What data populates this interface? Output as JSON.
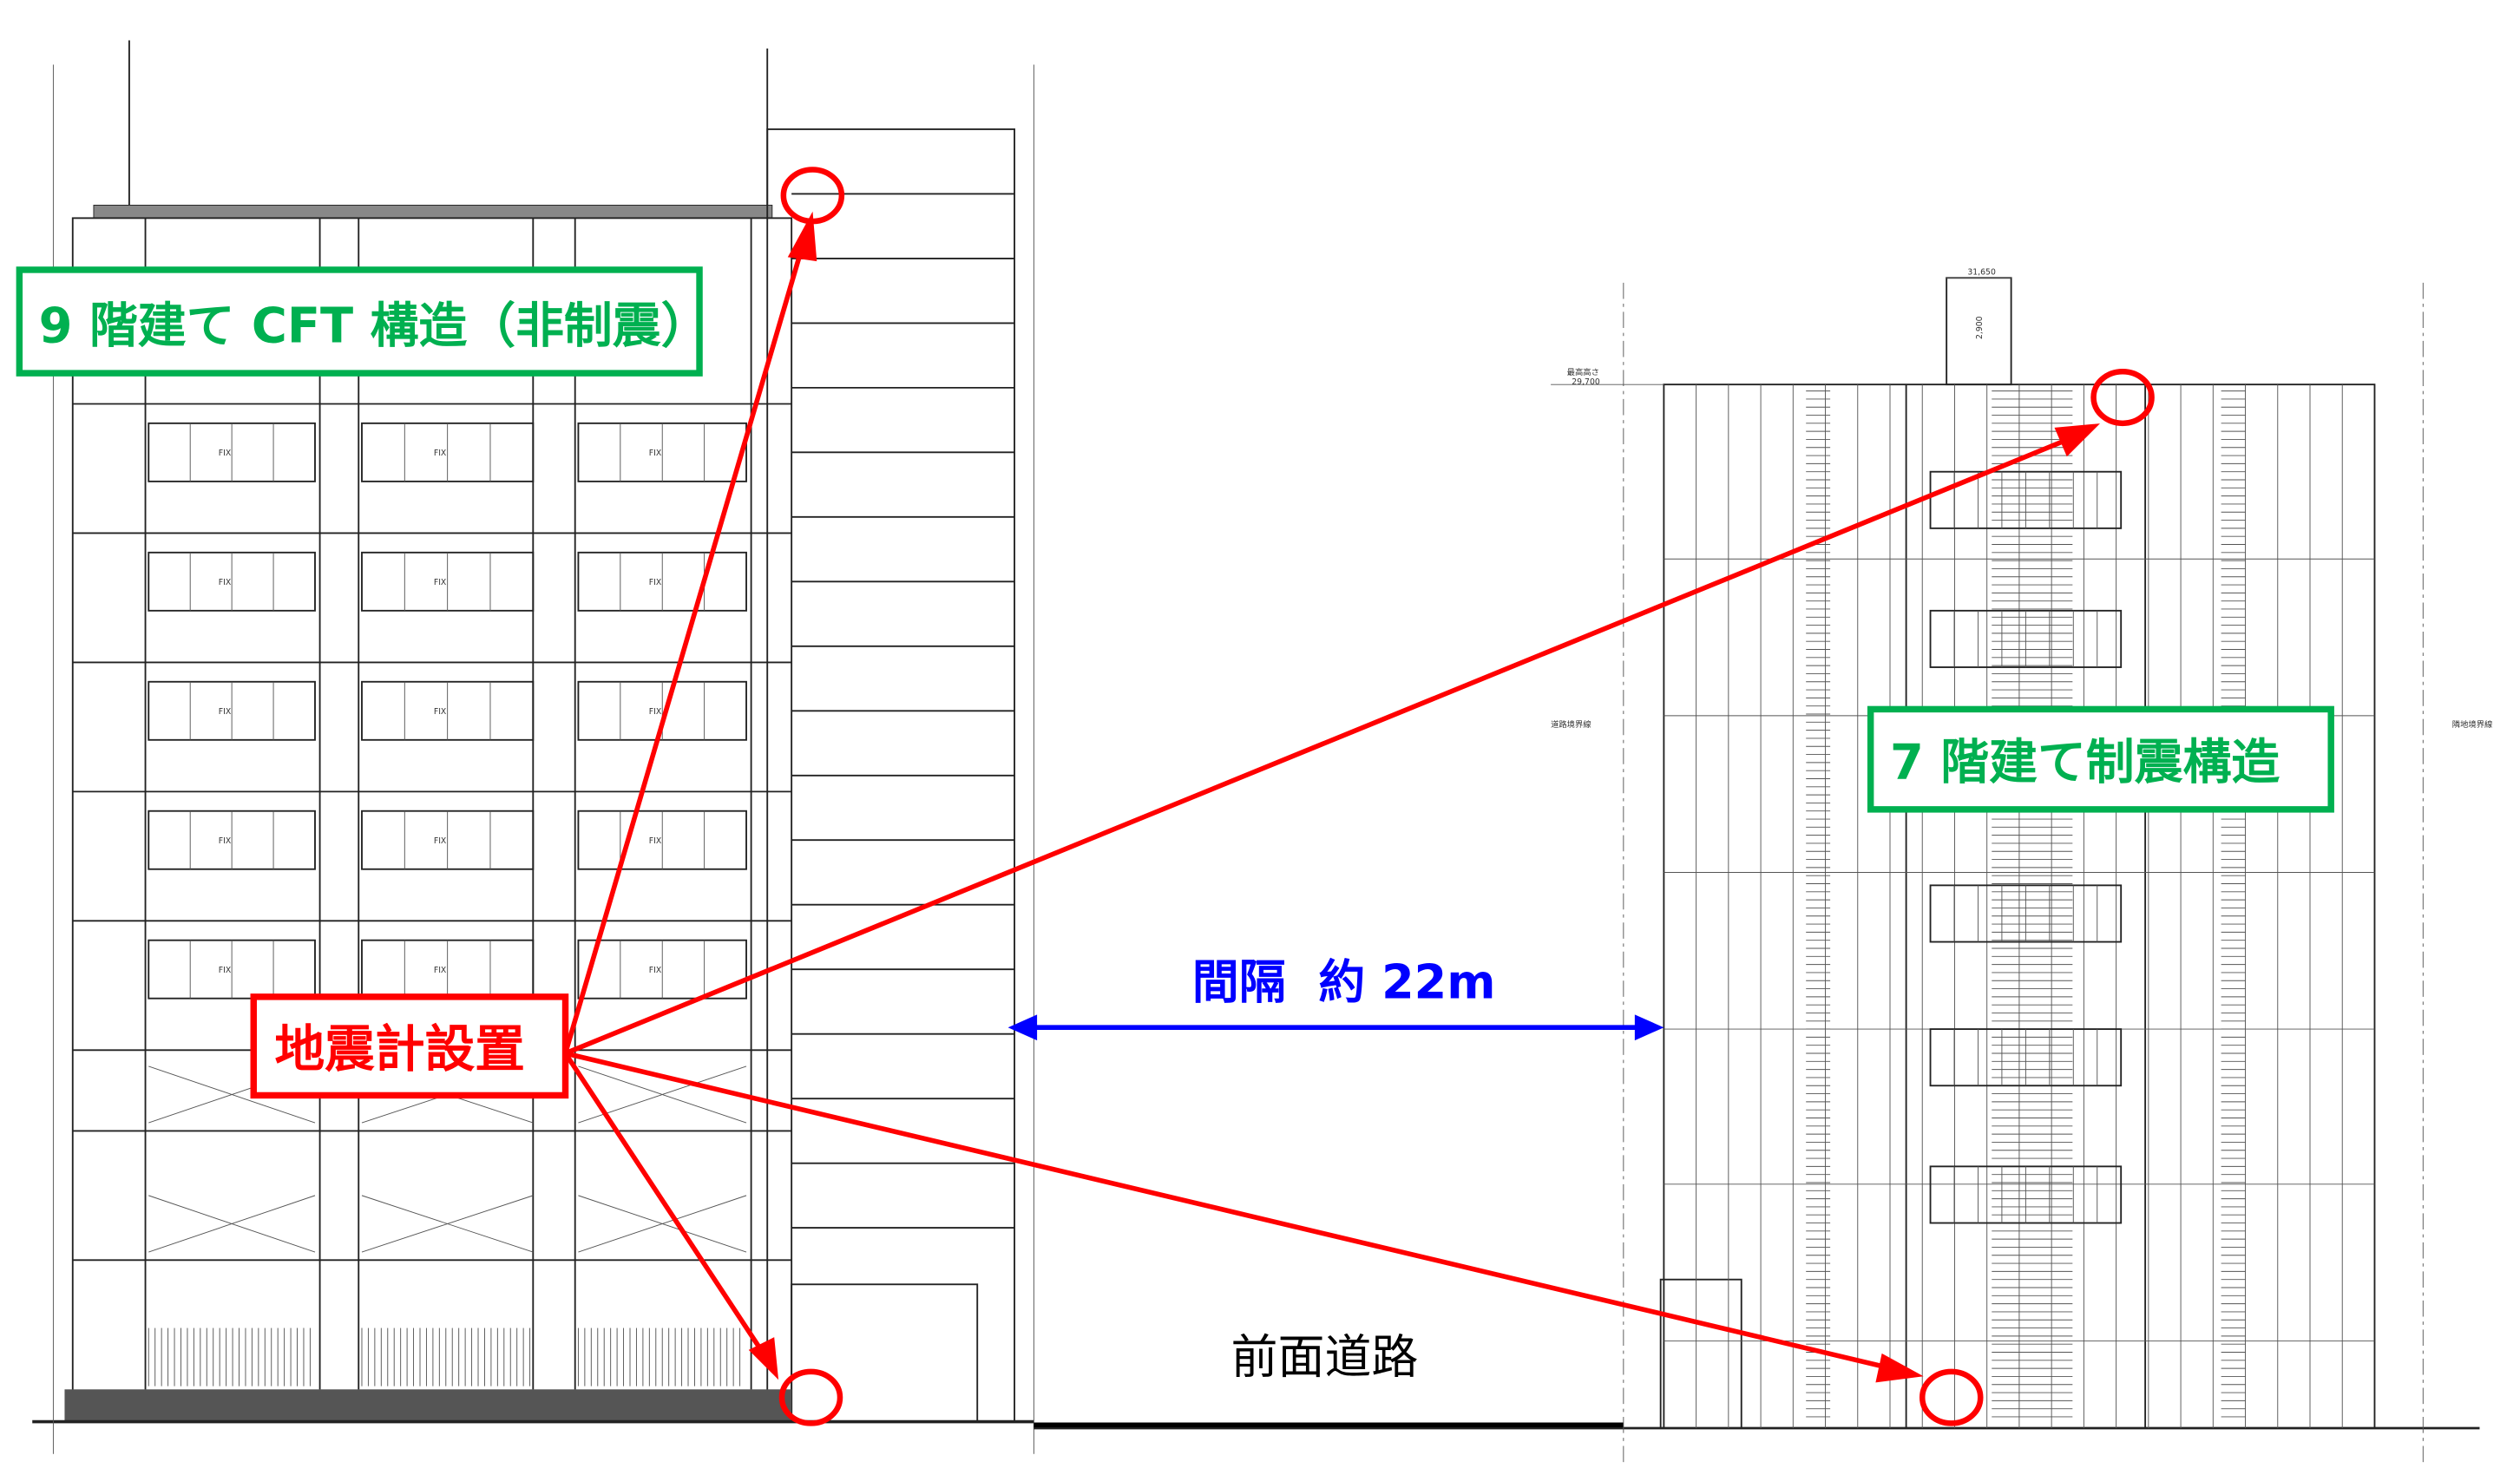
{
  "left_building": {
    "label": "9 階建て CFT 構造（非制震）",
    "window_tag": "FIX"
  },
  "right_building": {
    "label": "7 階建て制震構造",
    "dims": {
      "top": "31,650",
      "roof": "29,700",
      "parapet": "2,900",
      "max_height": "最高高さ"
    },
    "boundary_left": "道路境界線",
    "boundary_right": "隣地境界線"
  },
  "sensor_label": "地震計設置",
  "spacing_label": "間隔  約 22m",
  "road_label": "前面道路",
  "colors": {
    "green": "#00b050",
    "red": "#ff0000",
    "blue": "#0000ff"
  }
}
